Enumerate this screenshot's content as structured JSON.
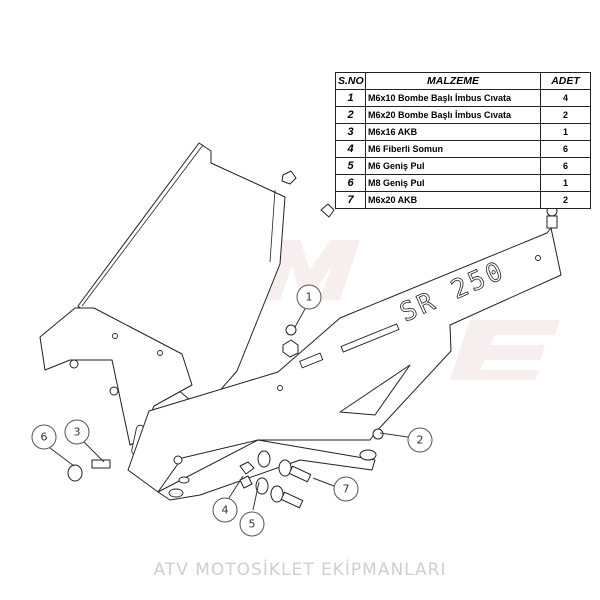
{
  "watermark": {
    "brand": "MOTO EL",
    "tagline": "ATV MOTOSİKLET EKİPMANLARI"
  },
  "part_engraving": "SR 250",
  "parts_table": {
    "headers": {
      "sno": "S.NO",
      "name": "MALZEME",
      "qty": "ADET"
    },
    "rows": [
      {
        "sno": "1",
        "name": "M6x10 Bombe Başlı İmbus Cıvata",
        "qty": "4"
      },
      {
        "sno": "2",
        "name": "M6x20 Bombe Başlı İmbus Cıvata",
        "qty": "2"
      },
      {
        "sno": "3",
        "name": "M6x16 AKB",
        "qty": "1"
      },
      {
        "sno": "4",
        "name": "M6 Fiberli Somun",
        "qty": "6"
      },
      {
        "sno": "5",
        "name": "M6 Geniş Pul",
        "qty": "6"
      },
      {
        "sno": "6",
        "name": "M8 Geniş Pul",
        "qty": "1"
      },
      {
        "sno": "7",
        "name": "M6x20 AKB",
        "qty": "2"
      }
    ]
  },
  "callouts": [
    "1",
    "2",
    "3",
    "4",
    "5",
    "6",
    "7"
  ]
}
